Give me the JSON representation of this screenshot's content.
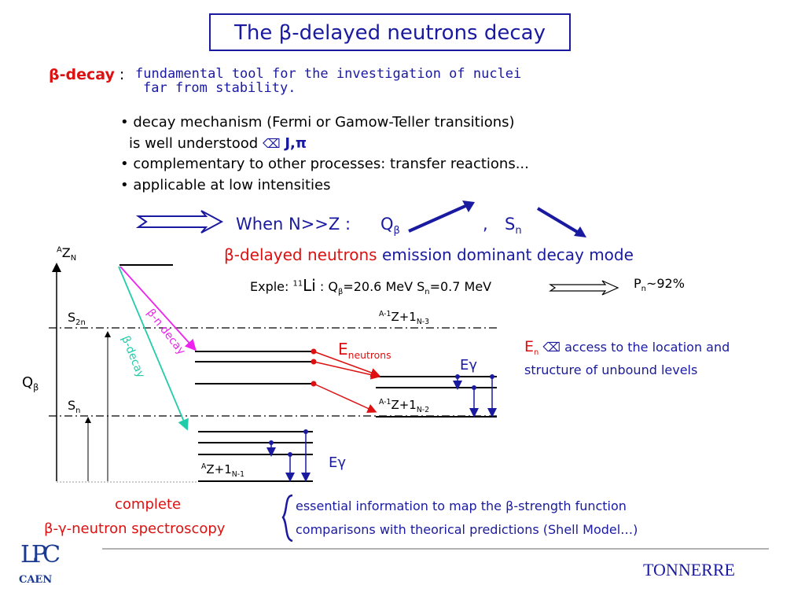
{
  "title": {
    "prefix": "The ",
    "beta": "β",
    "rest": "-delayed neutrons decay"
  },
  "intro": {
    "label": "β-decay",
    "colon": ":",
    "line1": "fundamental tool for the investigation of nuclei",
    "line2": "far from stability."
  },
  "bullets": {
    "b1_line1": "• decay mechanism (Fermi or Gamow-Teller transitions)",
    "b1_line2": "is well understood",
    "b1_jpi": "J,π",
    "b2": "• complementary to other processes: transfer reactions...",
    "b3": "• applicable at low intensities"
  },
  "when": {
    "text": "When N>>Z :",
    "q": "Q",
    "q_sub": "β",
    "comma": ",",
    "s": "S",
    "s_sub": "n"
  },
  "dominant": {
    "beta": "β",
    "red_part": "-delayed neutrons",
    "blue_part": " emission dominant decay mode"
  },
  "example": {
    "label": "Exple:",
    "mass": "11",
    "elem": "Li",
    "colon": ":",
    "q": "Q",
    "q_sub": "β",
    "q_val": "=20.6 MeV",
    "s": "S",
    "s_sub": "n",
    "s_val": "=0.7 MeV",
    "p": "P",
    "p_sub": "n",
    "p_val": "~92%"
  },
  "diagram": {
    "parent_sup": "A",
    "parent": "Z",
    "parent_sub": "N",
    "s2n": "S",
    "s2n_sub": "2n",
    "sn": "S",
    "sn_sub": "n",
    "qbeta": "Q",
    "qbeta_sub": "β",
    "daughter_sup": "A",
    "daughter": "Z+1",
    "daughter_sub": "N-1",
    "d1_sup": "A-1",
    "d1": "Z+1",
    "d1_sub": "N-3",
    "d2_sup": "A-1",
    "d2": "Z+1",
    "d2_sub": "N-2",
    "beta_n_label": "β-n decay",
    "beta_label": "β-decay",
    "eneutrons": "E",
    "eneutrons_sub": "neutrons",
    "egamma_top": "Eγ",
    "egamma_bottom": "Eγ"
  },
  "en_note": {
    "e": "E",
    "e_sub": "n",
    "line1": " access to the  location and",
    "line2": "structure of unbound levels"
  },
  "spectro": {
    "line1": "complete",
    "line2": "β-γ-neutron spectroscopy"
  },
  "essential": {
    "line1": "essential information to  map the β-strength function",
    "line2": "comparisons with theorical predictions (Shell Model…)"
  },
  "logos": {
    "lpc_top": "LPC",
    "lpc_bottom": "CAEN",
    "tonnerre": "TONNERRE"
  },
  "colors": {
    "blue": "#1a1aa0",
    "red": "#dd1111",
    "magenta": "#ee22ee",
    "teal": "#22ccaa"
  }
}
